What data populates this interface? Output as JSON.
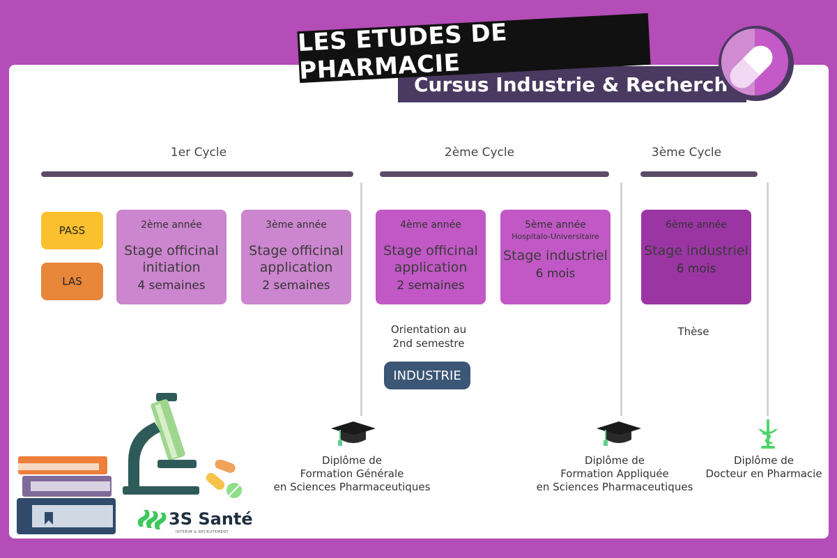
{
  "header": {
    "title": "LES ETUDES DE PHARMACIE",
    "subtitle": "Cursus Industrie & Recherche"
  },
  "cycles": [
    {
      "label": "1er Cycle"
    },
    {
      "label": "2ème Cycle"
    },
    {
      "label": "3ème Cycle"
    }
  ],
  "entries": [
    "PASS",
    "LAS"
  ],
  "boxes": [
    {
      "year": "2ème année",
      "stage": "Stage officinal initiation",
      "duration": "4 semaines"
    },
    {
      "year": "3ème année",
      "stage": "Stage officinal application",
      "duration": "2 semaines"
    },
    {
      "year": "4ème année",
      "stage": "Stage officinal application",
      "duration": "2 semaines"
    },
    {
      "year": "5ème année",
      "year_note": "Hospitalo-Universitaire",
      "stage": "Stage industriel",
      "duration": "6 mois"
    },
    {
      "year": "6ème année",
      "stage": "Stage industriel",
      "duration": "6 mois"
    }
  ],
  "orientation": {
    "line1": "Orientation au",
    "line2": "2nd semestre",
    "path": "INDUSTRIE"
  },
  "these": "Thèse",
  "diplomas": [
    {
      "line1": "Diplôme de",
      "line2": "Formation Générale",
      "line3": "en Sciences Pharmaceutiques"
    },
    {
      "line1": "Diplôme de",
      "line2": "Formation Appliquée",
      "line3": "en Sciences Pharmaceutiques"
    },
    {
      "line1": "Diplôme de",
      "line2": "Docteur en Pharmacie"
    }
  ],
  "logo": {
    "name": "3S Santé",
    "tagline": "INTERIM & RECRUTEMENT"
  },
  "colors": {
    "background": "#b44db8",
    "pass": "#fbc02d",
    "las": "#e8863a",
    "box_light": "#cc85cf",
    "box_mid": "#c158c6",
    "box_dark": "#9b35a3",
    "cycle_bar": "#5b4b68",
    "industrie": "#3c5675",
    "caduceus": "#4fd36b"
  },
  "icons": [
    "pill-icon",
    "graduation-cap-icon",
    "caduceus-icon",
    "books-icon",
    "microscope-icon",
    "pills-icon",
    "logo-mark-icon"
  ]
}
